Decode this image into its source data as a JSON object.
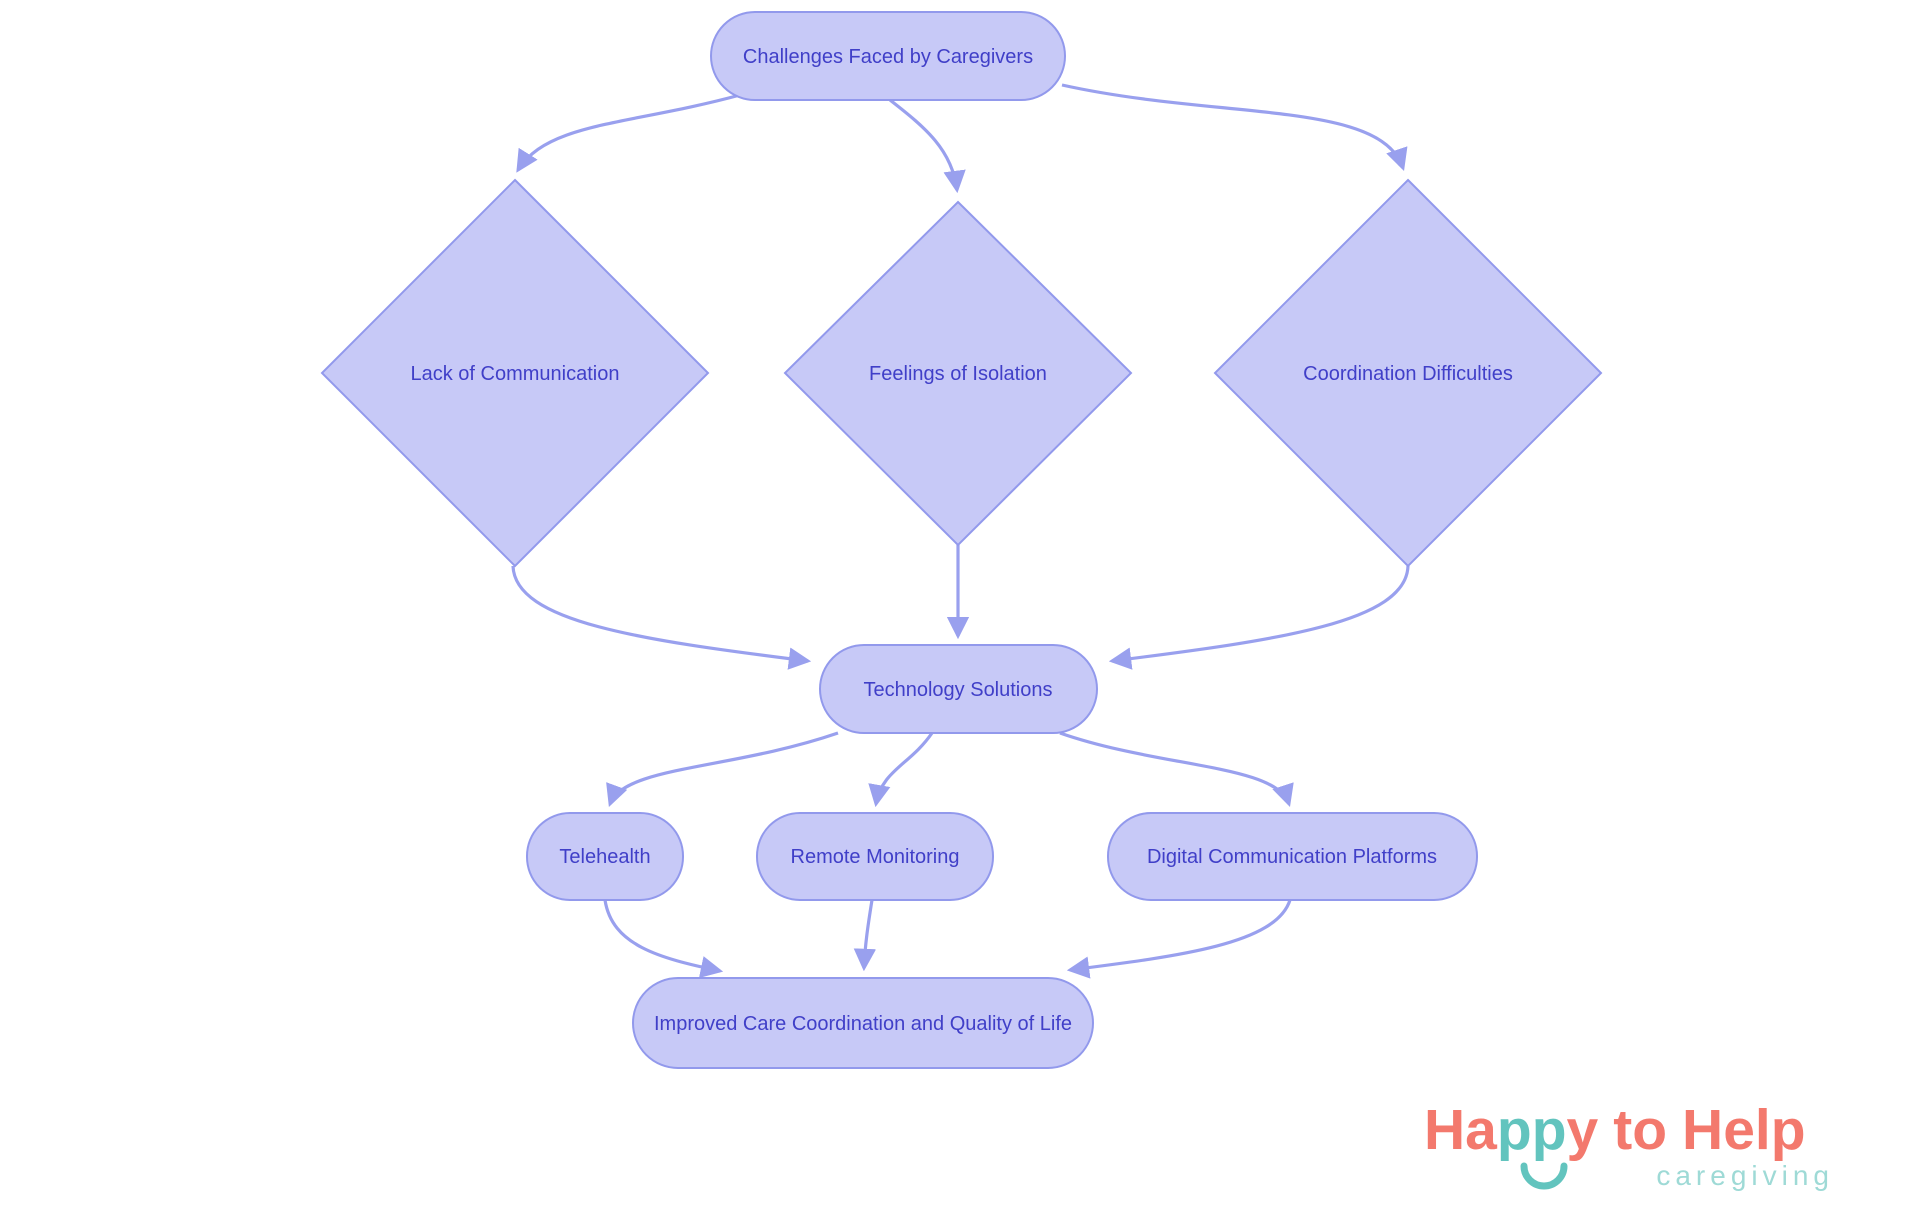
{
  "diagram": {
    "type": "flowchart",
    "colors": {
      "node_fill": "#c7c9f7",
      "node_border": "#9299ec",
      "edge": "#99a0ee",
      "label_text": "#403fc8"
    },
    "nodes": {
      "challenges": {
        "label": "Challenges Faced by Caregivers",
        "shape": "stadium"
      },
      "lack_of_communication": {
        "label": "Lack of Communication",
        "shape": "diamond"
      },
      "feelings_of_isolation": {
        "label": "Feelings of Isolation",
        "shape": "diamond"
      },
      "coordination_difficulties": {
        "label": "Coordination Difficulties",
        "shape": "diamond"
      },
      "technology_solutions": {
        "label": "Technology Solutions",
        "shape": "stadium"
      },
      "telehealth": {
        "label": "Telehealth",
        "shape": "stadium"
      },
      "remote_monitoring": {
        "label": "Remote Monitoring",
        "shape": "stadium"
      },
      "digital_communication_platforms": {
        "label": "Digital Communication Platforms",
        "shape": "stadium"
      },
      "improved_care": {
        "label": "Improved Care Coordination and Quality of Life",
        "shape": "stadium"
      }
    },
    "edges": [
      {
        "from": "challenges",
        "to": "lack_of_communication"
      },
      {
        "from": "challenges",
        "to": "feelings_of_isolation"
      },
      {
        "from": "challenges",
        "to": "coordination_difficulties"
      },
      {
        "from": "lack_of_communication",
        "to": "technology_solutions"
      },
      {
        "from": "feelings_of_isolation",
        "to": "technology_solutions"
      },
      {
        "from": "coordination_difficulties",
        "to": "technology_solutions"
      },
      {
        "from": "technology_solutions",
        "to": "telehealth"
      },
      {
        "from": "technology_solutions",
        "to": "remote_monitoring"
      },
      {
        "from": "technology_solutions",
        "to": "digital_communication_platforms"
      },
      {
        "from": "telehealth",
        "to": "improved_care"
      },
      {
        "from": "remote_monitoring",
        "to": "improved_care"
      },
      {
        "from": "digital_communication_platforms",
        "to": "improved_care"
      }
    ]
  },
  "logo": {
    "happy_part1": "Ha",
    "happy_part2": "pp",
    "happy_part3": "y",
    "to": "to",
    "help": "Help",
    "subtitle": "caregiving",
    "colors": {
      "coral": "#f3796d",
      "teal": "#62c4be",
      "subtitle_teal": "#9edad6"
    }
  }
}
